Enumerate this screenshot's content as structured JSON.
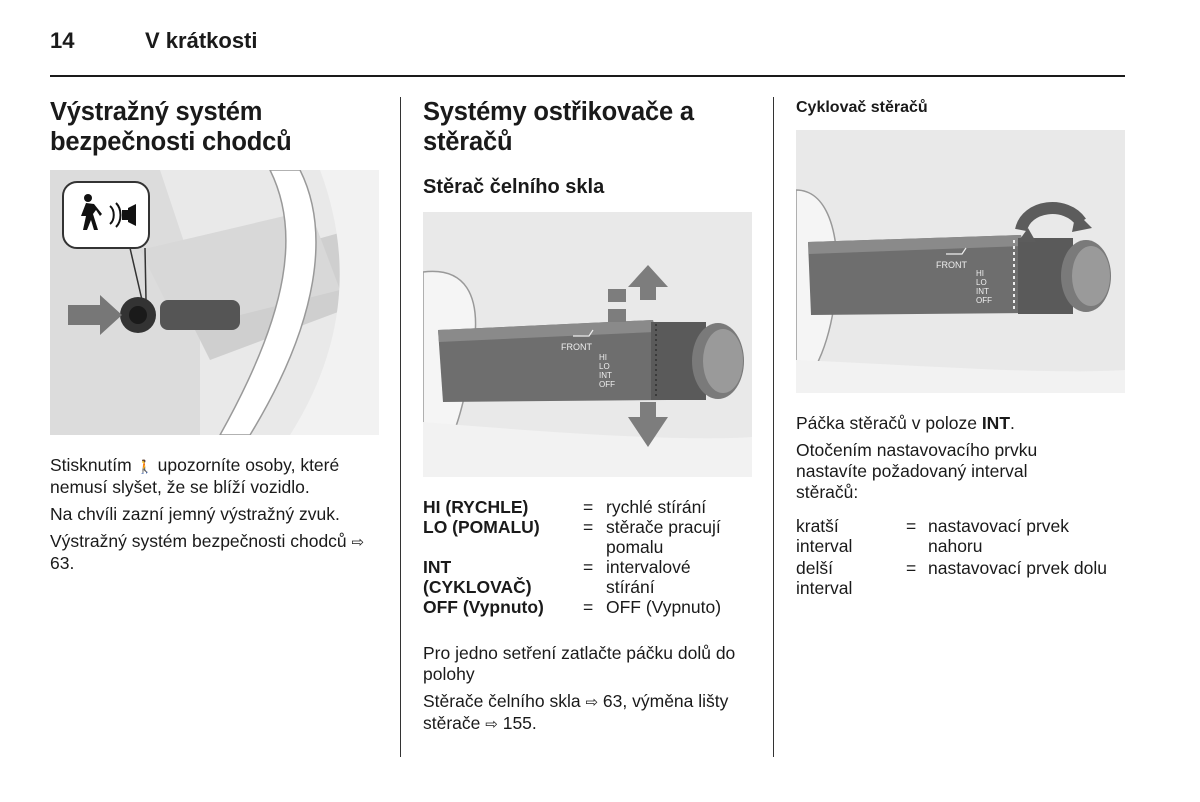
{
  "header": {
    "page_number": "14",
    "section_title": "V krátkosti"
  },
  "col1": {
    "heading": "Výstražný systém bezpečnosti chodců",
    "p1_a": "Stisknutím",
    "p1_b": "upozorníte osoby, které nemusí slyšet, že se blíží vozidlo.",
    "p2": "Na chvíli zazní jemný výstražný zvuk.",
    "p3_a": "Výstražný systém bezpečnosti chodců",
    "p3_ref": "63."
  },
  "col2": {
    "heading": "Systémy ostřikovače a stěračů",
    "subheading": "Stěrač čelního skla",
    "image_labels": {
      "front": "FRONT",
      "hi": "HI",
      "lo": "LO",
      "int": "INT",
      "off": "OFF"
    },
    "table": [
      {
        "key": "HI (RYCHLE)",
        "eq": "=",
        "value": "rychlé stírání"
      },
      {
        "key": "LO (POMALU)",
        "eq": "=",
        "value": "stěrače pracují pomalu"
      },
      {
        "key": "INT (CYKLOVAČ)",
        "eq": "=",
        "value": "intervalové stírání"
      },
      {
        "key": "OFF (Vypnuto)",
        "eq": "=",
        "value": "OFF (Vypnuto)"
      }
    ],
    "p1": "Pro jedno setření zatlačte páčku dolů do polohy",
    "p2_a": "Stěrače čelního skla",
    "p2_ref1": "63, výměna lišty stěrače",
    "p2_ref2": "155."
  },
  "col3": {
    "subheading": "Cyklovač stěračů",
    "image_labels": {
      "front": "FRONT",
      "hi": "HI",
      "lo": "LO",
      "int": "INT",
      "off": "OFF"
    },
    "p1_a": "Páčka stěračů v poloze",
    "p1_b": "INT",
    "p1_c": ".",
    "p2": "Otočením nastavovacího prvku nastavíte požadovaný interval stěračů:",
    "table": [
      {
        "key": "kratší interval",
        "eq": "=",
        "value": "nastavovací prvek nahoru"
      },
      {
        "key": "delší interval",
        "eq": "=",
        "value": "nastavovací prvek dolu"
      }
    ]
  },
  "icons": {
    "pedestrian": "pedestrian-warning-icon",
    "ref_arrow": "reference-arrow-icon"
  }
}
